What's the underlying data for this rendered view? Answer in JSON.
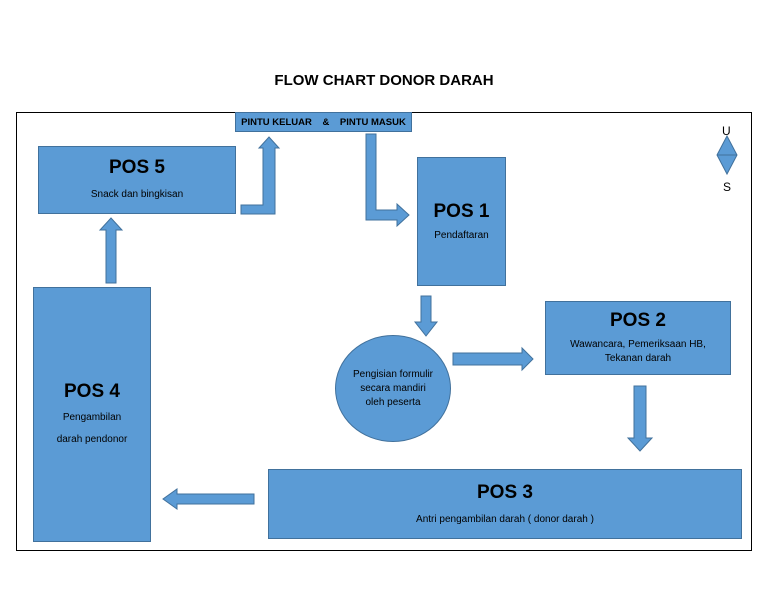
{
  "title": "FLOW CHART DONOR DARAH",
  "entry": {
    "exit": "PINTU KELUAR",
    "amp": "&",
    "enter": "PINTU MASUK"
  },
  "pos5": {
    "title": "POS 5",
    "desc": "Snack dan bingkisan"
  },
  "pos1": {
    "title": "POS 1",
    "desc": "Pendaftaran"
  },
  "pos2": {
    "title": "POS 2",
    "desc": "Wawancara, Pemeriksaan HB, Tekanan darah"
  },
  "pos3": {
    "title": "POS 3",
    "desc": "Antri pengambilan darah ( donor darah )"
  },
  "pos4": {
    "title": "POS 4",
    "desc1": "Pengambilan",
    "desc2": "darah pendonor"
  },
  "circle": {
    "text": "Pengisian formulir secara mandiri oleh peserta"
  },
  "compass": {
    "north": "U",
    "south": "S"
  },
  "colors": {
    "fill": "#5b9bd5",
    "border": "#41719c"
  }
}
